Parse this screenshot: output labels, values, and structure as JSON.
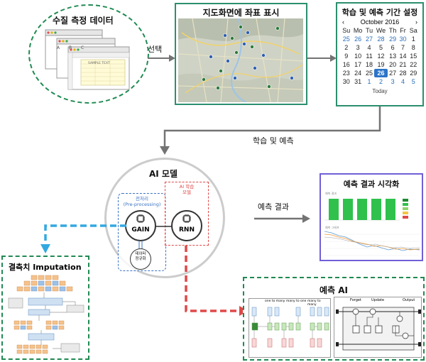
{
  "water": {
    "title": "수질 측정 데이터",
    "cols": [
      "A",
      "B",
      "C"
    ],
    "sample_text": "SAMPLE TEXT"
  },
  "map_panel": {
    "title": "지도화면에 좌표 표시"
  },
  "calendar_panel": {
    "title": "학습 및 예측 기간 설정",
    "month_label": "October 2016",
    "prev_icon": "‹",
    "next_icon": "›",
    "weekdays": [
      "Su",
      "Mo",
      "Tu",
      "We",
      "Th",
      "Fr",
      "Sa"
    ],
    "weeks": [
      [
        "25",
        "26",
        "27",
        "28",
        "29",
        "30",
        "1"
      ],
      [
        "2",
        "3",
        "4",
        "5",
        "6",
        "7",
        "8"
      ],
      [
        "9",
        "10",
        "11",
        "12",
        "13",
        "14",
        "15"
      ],
      [
        "16",
        "17",
        "18",
        "19",
        "20",
        "21",
        "22"
      ],
      [
        "23",
        "24",
        "25",
        "26",
        "27",
        "28",
        "29"
      ],
      [
        "30",
        "31",
        "1",
        "2",
        "3",
        "4",
        "5"
      ]
    ],
    "today_label": "Today"
  },
  "arrows": {
    "select_label": "선택",
    "train_predict_label": "학습 및 예측",
    "result_label": "예측 결과"
  },
  "ai_model": {
    "title": "AI 모델",
    "preprocess_label": "전처리\n(Pre-processing)",
    "ai_train_label": "AI 학습\n모델",
    "gain_label": "GAIN",
    "rnn_label": "RNN",
    "normalize_label": "데이터\n정규화"
  },
  "viz_panel": {
    "title": "예측 결과 시각화",
    "top_label": "예측 결과",
    "bottom_label": "예측 그래프"
  },
  "impute_panel": {
    "title": "결측치 Imputation"
  },
  "predict_ai_panel": {
    "title": "예측 AI",
    "rnn_types": [
      "one to many",
      "many to one",
      "many to many"
    ],
    "lstm_labels": [
      "Forget",
      "Update",
      "Output"
    ]
  },
  "colors": {
    "green_border": "#1f8a52",
    "teal_border": "#2c8f6f",
    "purple_border": "#6f5fd8",
    "blue_dash": "#33a8e0",
    "red_dash": "#e04848",
    "arrow_gray": "#737373"
  }
}
